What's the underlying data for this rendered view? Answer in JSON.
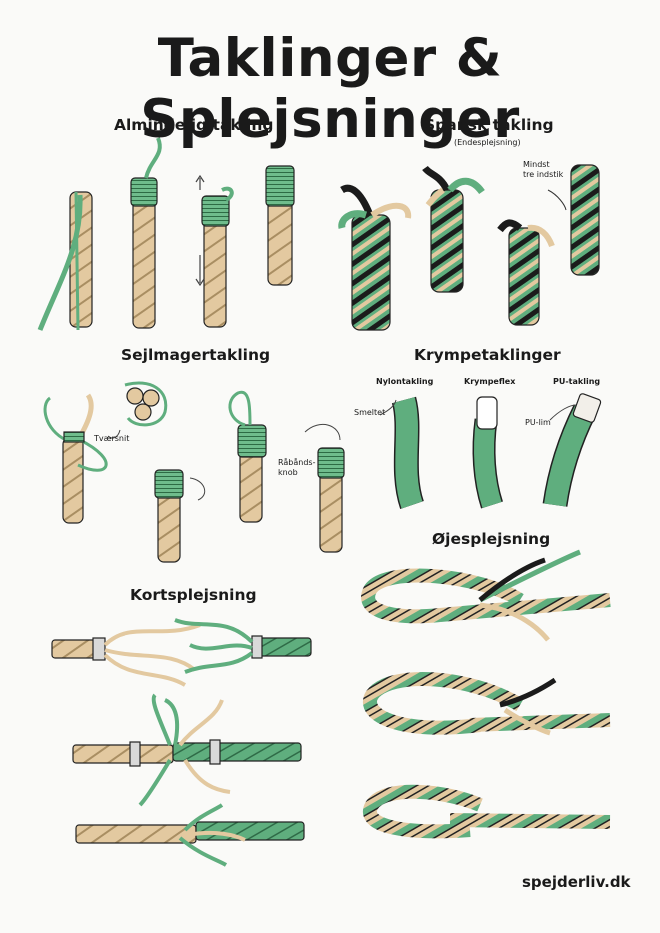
{
  "title": "Taklinger & Splejsninger",
  "colors": {
    "rope_tan": "#e1c79f",
    "rope_green": "#5fae7e",
    "rope_black": "#1b1b1b",
    "outline": "#222222",
    "background": "#fafaf8"
  },
  "sections": {
    "almindelig": {
      "title": "Almindelig takling"
    },
    "spansk": {
      "title": "Spansk takling",
      "subtitle": "(Endesplejsning)",
      "note": "Mindst\ntre indstik"
    },
    "sejlmager": {
      "title": "Sejlmagertakling",
      "note_cross": "Tværsnit",
      "note_knot": "Råbånds-\nknob"
    },
    "krympe": {
      "title": "Krympetaklinger",
      "items": [
        {
          "label": "Nylontakling",
          "note": "Smeltet"
        },
        {
          "label": "Krympeflex",
          "note": ""
        },
        {
          "label": "PU-takling",
          "note": "PU-lim"
        }
      ]
    },
    "kortsplejsning": {
      "title": "Kortsplejsning"
    },
    "ojesplejsning": {
      "title": "Øjesplejsning"
    }
  },
  "footer": "spejderliv.dk"
}
